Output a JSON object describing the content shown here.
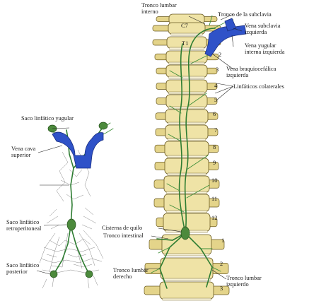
{
  "left_figure": {
    "saco_yugular": "Saco linfático yugular",
    "vena_cava_1": "Vena cava",
    "vena_cava_2": "superior",
    "saco_retro_1": "Saco linfático",
    "saco_retro_2": "retroperitoneal",
    "saco_post_1": "Saco linfático",
    "saco_post_2": "posterior"
  },
  "right_figure": {
    "tronco_lumbar_interno_1": "Tronco lumbar",
    "tronco_lumbar_interno_2": "interno",
    "tronco_subclavia": "Tronco de la subclavia",
    "vena_subclavia_1": "Vena subclavia",
    "vena_subclavia_2": "izquierda",
    "vena_yugular_1": "Vena yugular",
    "vena_yugular_2": "interna izquierda",
    "vena_braquio_1": "Vena braquiocefálica",
    "vena_braquio_2": "izquierda",
    "linfaticos_colaterales": "Linfáticos colaterales",
    "cisterna_quilo": "Cisterna de quilo",
    "tronco_intestinal": "Tronco intestinal",
    "tronco_lumbar_derecho_1": "Tronco lumbar",
    "tronco_lumbar_derecho_2": "derecho",
    "tronco_lumbar_izquierdo_1": "Tronco lumbar",
    "tronco_lumbar_izquierdo_2": "izquierdo"
  },
  "vertebra_labels": {
    "c7": "C7",
    "t1": "T1",
    "thoracic": [
      "2",
      "3",
      "4",
      "5",
      "6",
      "7",
      "8",
      "9",
      "10",
      "11",
      "12"
    ],
    "lumbar": [
      "1",
      "2",
      "3"
    ]
  },
  "colors": {
    "bone": "#efe3a6",
    "lymphatic": "#2e7d32",
    "vein": "#2f52c8"
  }
}
